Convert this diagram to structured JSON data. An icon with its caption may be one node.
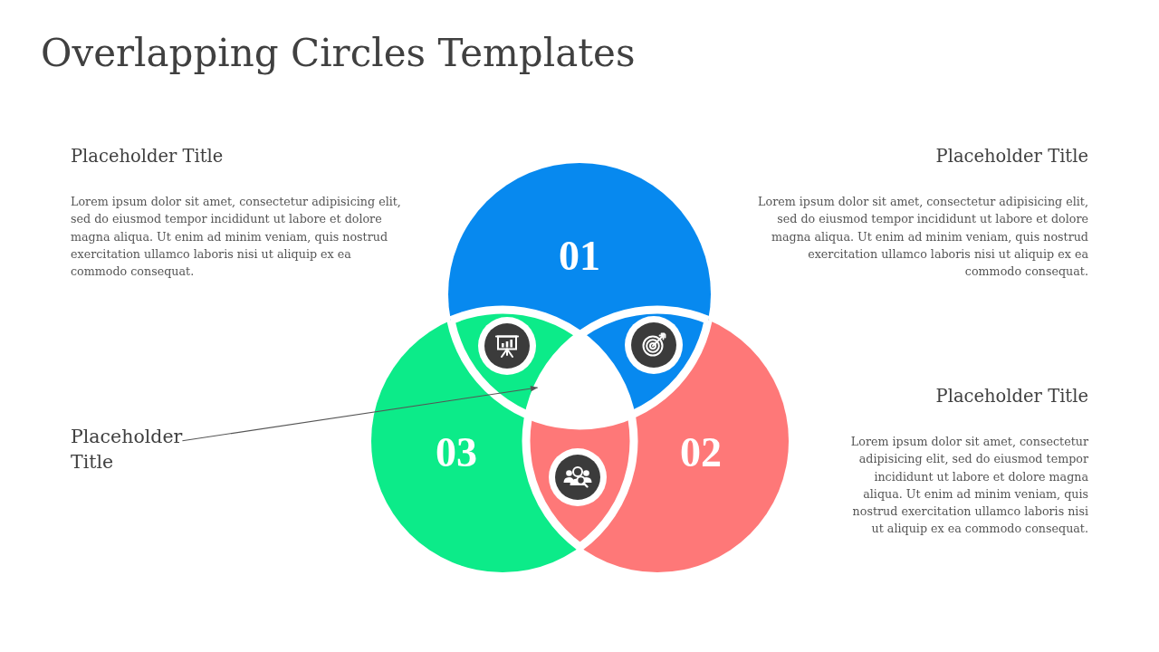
{
  "diagram": {
    "title": "Overlapping Circles Templates",
    "nodes": [
      {
        "text": [
          "01"
        ]
      },
      {
        "text": [
          "02"
        ]
      },
      {
        "text": [
          "03"
        ]
      },
      {
        "text": [
          "Placeholder Title"
        ]
      },
      {
        "text": [],
        "shape": "triangle"
      }
    ],
    "edges": [
      {
        "from": 3,
        "to": 4,
        "arrow": "to"
      }
    ],
    "labels": [
      "Placeholder Title",
      "Lorem ipsum dolor sit amet, consectetur adipisicing elit, sed do eiusmod tempor incididunt ut labore et dolore magna aliqua. Ut enim ad minim veniam, quis nostrud exercitation ullamco laboris nisi ut aliquip ex ea commodo consequat.",
      "Placeholder Title",
      "Lorem ipsum dolor sit amet, consectetur adipisicing elit, sed do eiusmod tempor incididunt ut labore et dolore magna aliqua. Ut enim ad minim veniam, quis nostrud exercitation ullamco laboris nisi ut aliquip ex ea commodo consequat.",
      "Placeholder Title",
      "Lorem ipsum dolor sit amet, consectetur adipisicing elit, sed do eiusmod tempor incididunt ut labore et dolore magna aliqua. Ut enim ad minim veniam, quis nostrud exercitation ullamco laboris nisi ut aliquip ex ea commodo consequat."
    ]
  }
}
